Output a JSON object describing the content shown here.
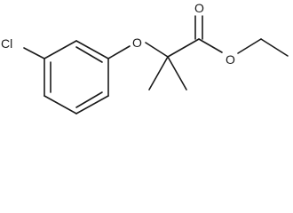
{
  "molecule": {
    "atoms": {
      "chlorine": "Cl",
      "ether_oxygen": "O",
      "carbonyl_oxygen": "O",
      "ester_oxygen": "O"
    }
  }
}
